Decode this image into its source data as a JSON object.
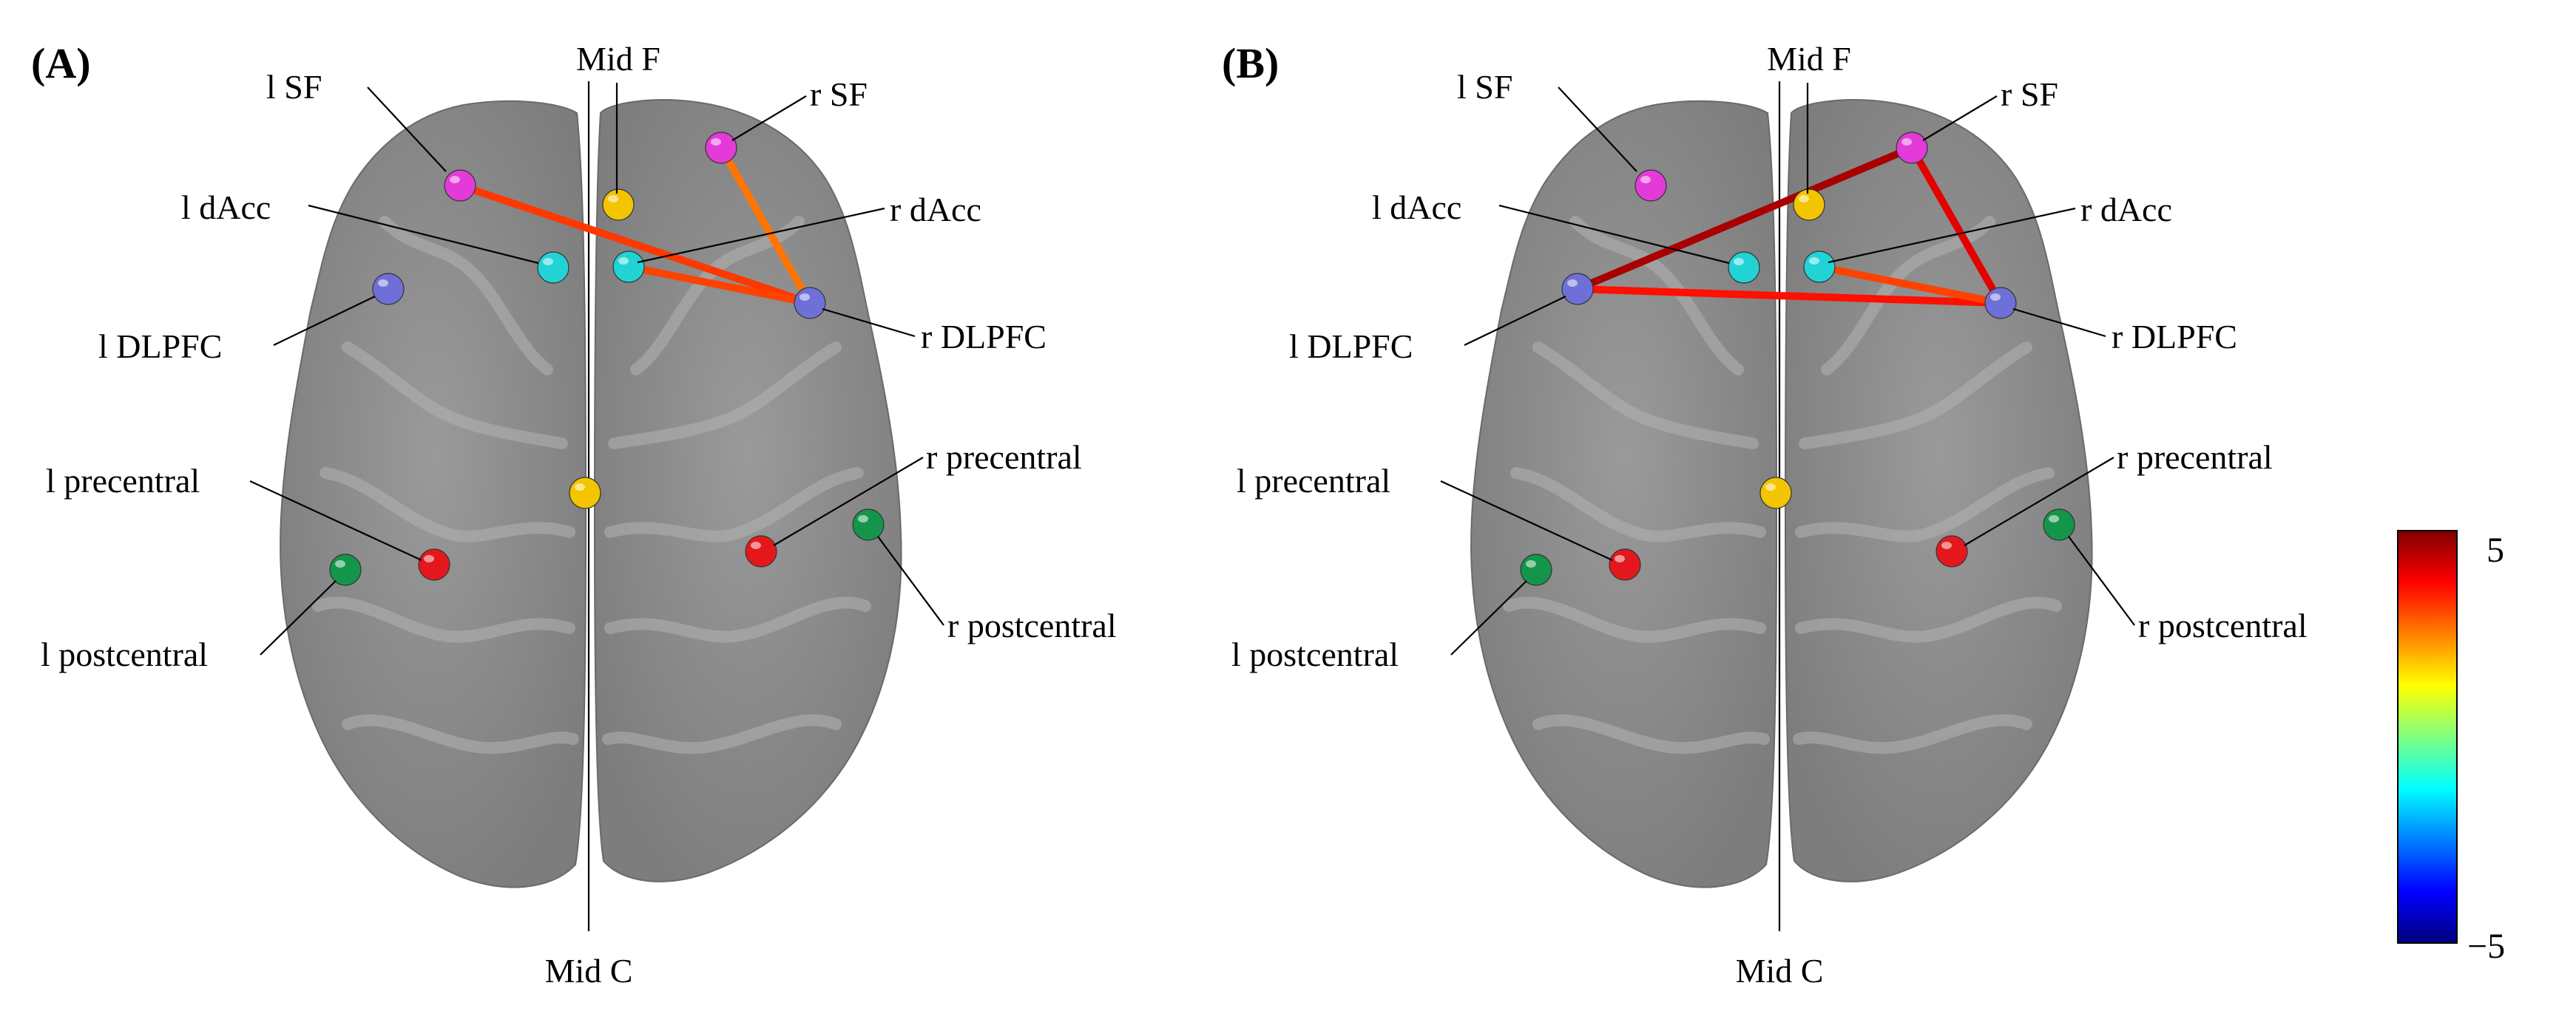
{
  "panels": [
    {
      "label": "(A)",
      "midline_top_label": "Mid F",
      "midline_bottom_label": "Mid C",
      "nodes": [
        {
          "id": "lSF",
          "label": "l SF",
          "color": "#e33ad8"
        },
        {
          "id": "rSF",
          "label": "r SF",
          "color": "#e33ad8"
        },
        {
          "id": "lDAcc",
          "label": "l dAcc",
          "color": "#22d3d6"
        },
        {
          "id": "rDAcc",
          "label": "r dAcc",
          "color": "#22d3d6"
        },
        {
          "id": "lDLPFC",
          "label": "l DLPFC",
          "color": "#6f6fd8"
        },
        {
          "id": "rDLPFC",
          "label": "r DLPFC",
          "color": "#6f6fd8"
        },
        {
          "id": "lPre",
          "label": "l precentral",
          "color": "#e4181c"
        },
        {
          "id": "rPre",
          "label": "r precentral",
          "color": "#e4181c"
        },
        {
          "id": "lPost",
          "label": "l postcentral",
          "color": "#13954a"
        },
        {
          "id": "rPost",
          "label": "r postcentral",
          "color": "#13954a"
        },
        {
          "id": "midF",
          "label": "",
          "color": "#f2c500"
        },
        {
          "id": "midC",
          "label": "",
          "color": "#f2c500"
        }
      ],
      "edges": [
        {
          "from": "lSF",
          "to": "rDLPFC",
          "value": 3.2
        },
        {
          "from": "rSF",
          "to": "rDLPFC",
          "value": 2.6
        },
        {
          "from": "rDAcc",
          "to": "rDLPFC",
          "value": 3.1
        }
      ]
    },
    {
      "label": "(B)",
      "midline_top_label": "Mid F",
      "midline_bottom_label": "Mid C",
      "nodes": [
        {
          "id": "lSF",
          "label": "l SF",
          "color": "#e33ad8"
        },
        {
          "id": "rSF",
          "label": "r SF",
          "color": "#e33ad8"
        },
        {
          "id": "lDAcc",
          "label": "l dAcc",
          "color": "#22d3d6"
        },
        {
          "id": "rDAcc",
          "label": "r dAcc",
          "color": "#22d3d6"
        },
        {
          "id": "lDLPFC",
          "label": "l DLPFC",
          "color": "#6f6fd8"
        },
        {
          "id": "rDLPFC",
          "label": "r DLPFC",
          "color": "#6f6fd8"
        },
        {
          "id": "lPre",
          "label": "l precentral",
          "color": "#e4181c"
        },
        {
          "id": "rPre",
          "label": "r precentral",
          "color": "#e4181c"
        },
        {
          "id": "lPost",
          "label": "l postcentral",
          "color": "#13954a"
        },
        {
          "id": "rPost",
          "label": "r postcentral",
          "color": "#13954a"
        },
        {
          "id": "midF",
          "label": "",
          "color": "#f2c500"
        },
        {
          "id": "midC",
          "label": "",
          "color": "#f2c500"
        }
      ],
      "edges": [
        {
          "from": "lDLPFC",
          "to": "rSF",
          "value": 4.6
        },
        {
          "from": "rSF",
          "to": "rDLPFC",
          "value": 4.0
        },
        {
          "from": "lDLPFC",
          "to": "rDLPFC",
          "value": 3.6
        },
        {
          "from": "rDAcc",
          "to": "rDLPFC",
          "value": 3.1
        }
      ]
    }
  ],
  "colorbar": {
    "max_label": "5",
    "min_label": "−5",
    "min": -5,
    "max": 5,
    "colormap": [
      "#00007f",
      "#0000ff",
      "#007fff",
      "#00ffff",
      "#7fff7f",
      "#ffff00",
      "#ff7f00",
      "#ff0000",
      "#7f0000"
    ]
  }
}
